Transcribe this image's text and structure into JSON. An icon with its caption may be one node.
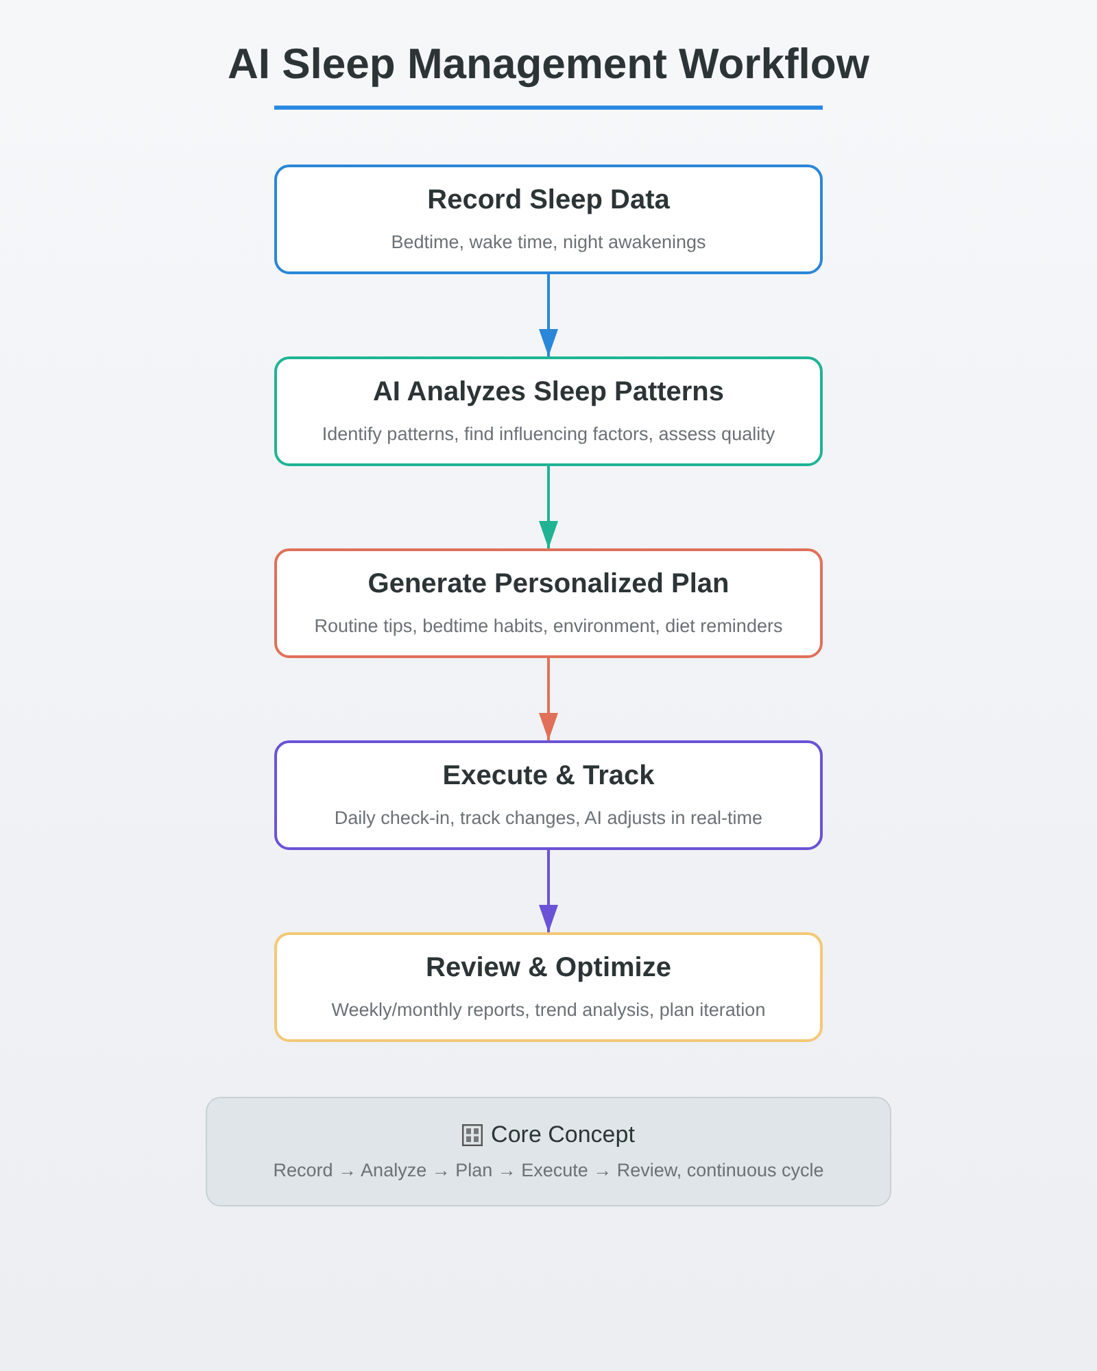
{
  "diagram": {
    "title": "AI Sleep Management Workflow",
    "nodes": [
      {
        "text": [
          "Record Sleep Data",
          "Bedtime, wake time, night awakenings"
        ]
      },
      {
        "text": [
          "AI Analyzes Sleep Patterns",
          "Identify patterns, find influencing factors, assess quality"
        ]
      },
      {
        "text": [
          "Generate Personalized Plan",
          "Routine tips, bedtime habits, environment, diet reminders"
        ]
      },
      {
        "text": [
          "Execute & Track",
          "Daily check-in, track changes, AI adjusts in real-time"
        ]
      },
      {
        "text": [
          "Review & Optimize",
          "Weekly/monthly reports, trend analysis, plan iteration"
        ]
      },
      {
        "text": [
          "Core Concept",
          "Record → Analyze → Plan → Execute → Review, continuous cycle"
        ]
      }
    ],
    "edges": [
      {
        "from": 0,
        "to": 1,
        "arrow": "to",
        "color": "#2a86d8"
      },
      {
        "from": 1,
        "to": 2,
        "arrow": "to",
        "color": "#1fb394"
      },
      {
        "from": 2,
        "to": 3,
        "arrow": "to",
        "color": "#e0705a"
      },
      {
        "from": 3,
        "to": 4,
        "arrow": "to",
        "color": "#6b52d6"
      }
    ]
  }
}
